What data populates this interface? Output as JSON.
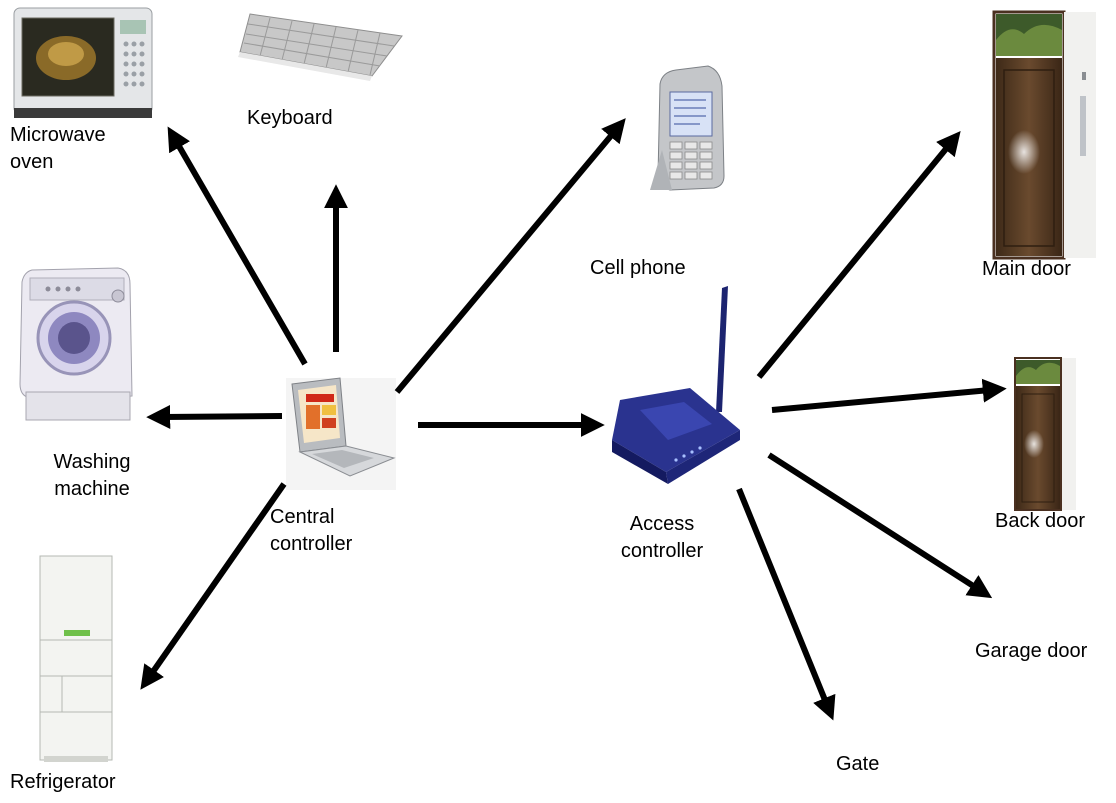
{
  "labels": {
    "microwave": "Microwave\noven",
    "keyboard": "Keyboard",
    "cell_phone": "Cell phone",
    "main_door": "Main door",
    "washing_machine": "Washing\nmachine",
    "central_controller": "Central\ncontroller",
    "access_controller": "Access\ncontroller",
    "back_door": "Back door",
    "garage_door": "Garage door",
    "refrigerator": "Refrigerator",
    "gate": "Gate"
  },
  "colors": {
    "arrow": "#000000",
    "router": "#1f2a8a",
    "door": "#5a3a22"
  },
  "icons": [
    "microwave-icon",
    "keyboard-icon",
    "cell-phone-icon",
    "laptop-icon",
    "washing-machine-icon",
    "refrigerator-icon",
    "router-icon",
    "main-door-icon",
    "back-door-icon"
  ]
}
